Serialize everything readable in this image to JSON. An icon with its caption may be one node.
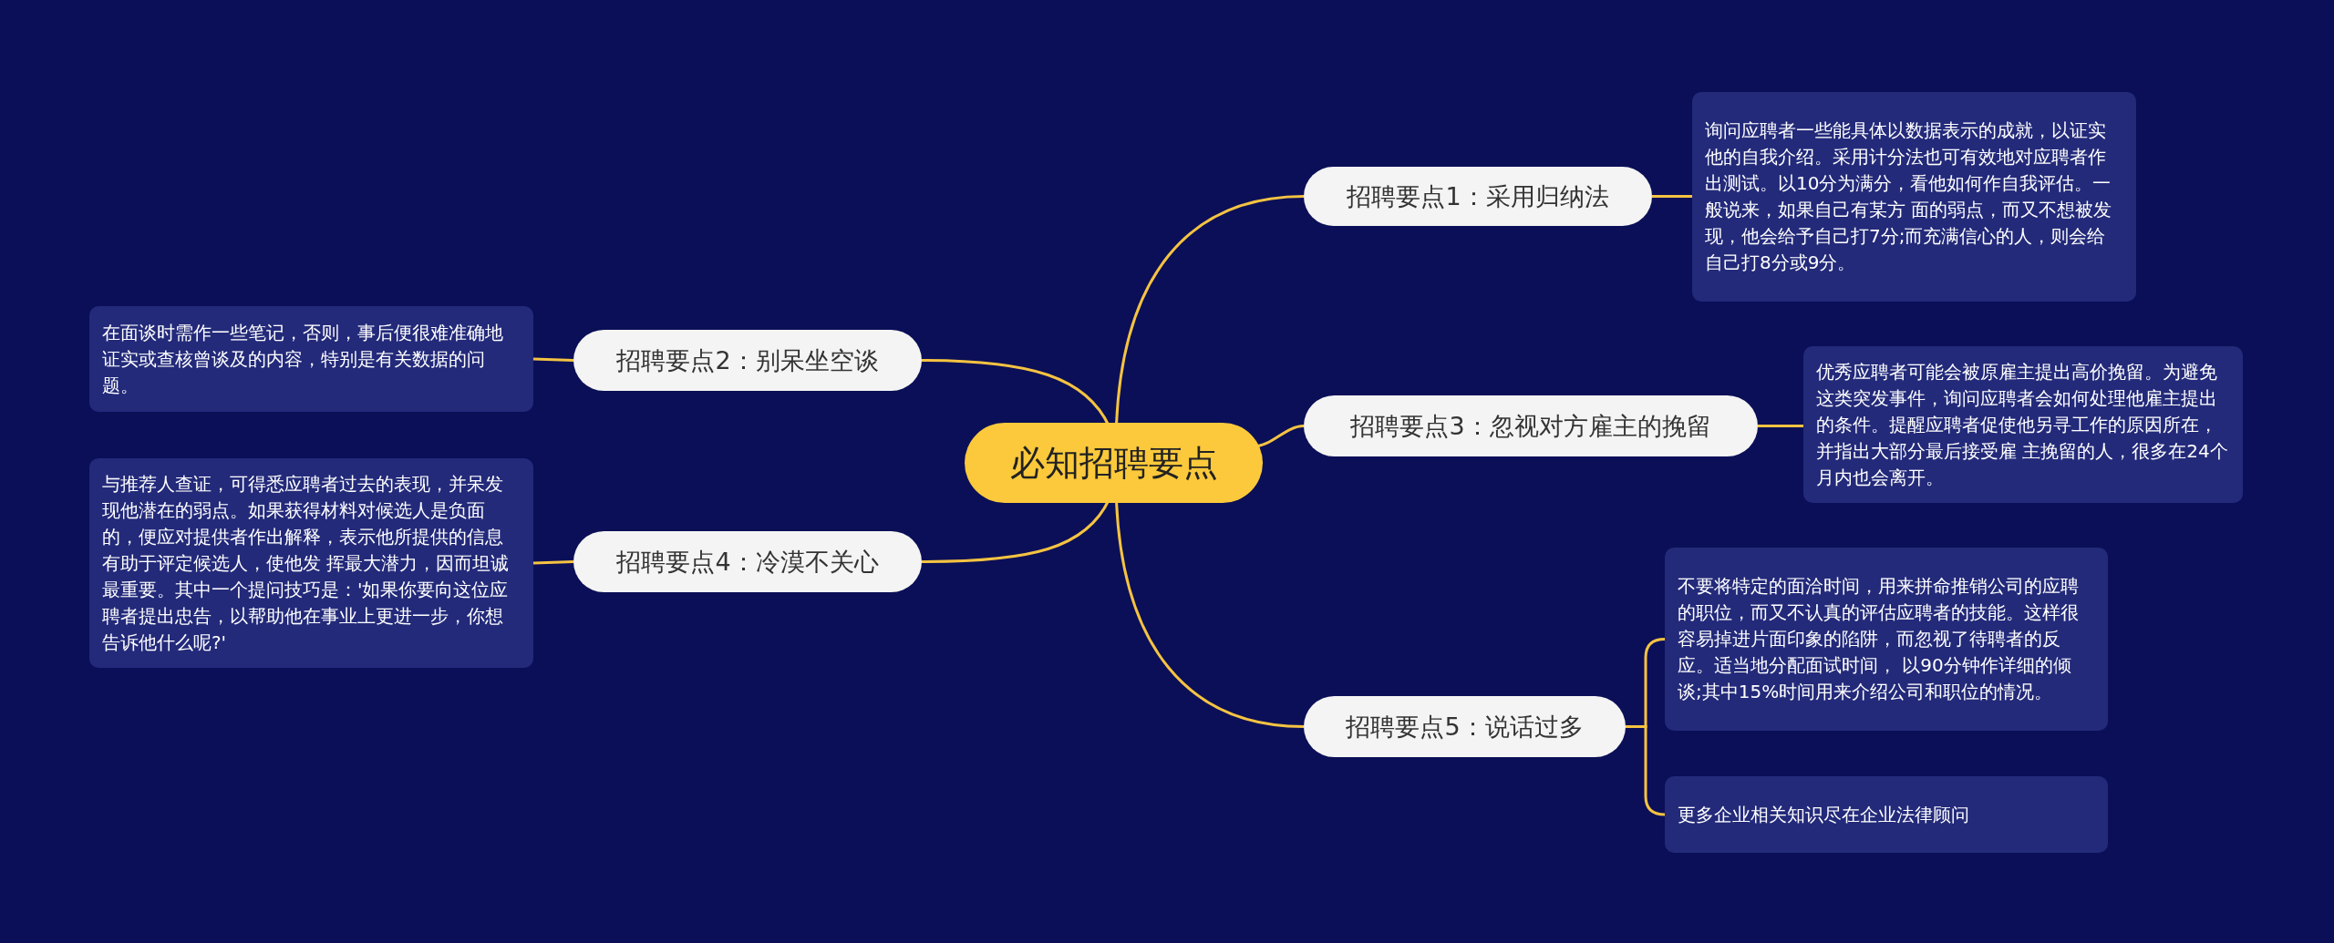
{
  "diagram": {
    "nodes": [
      {
        "text": [
          "必知招聘要点"
        ]
      },
      {
        "text": [
          "招聘要点1：采用归纳法"
        ]
      },
      {
        "text": [
          "询问应聘者一些能具体以数据表示的成就，以证实他的自我介绍。采用计分法也可有效地对应聘者作出测试。以10分为满分，看他如何作自我评估。一般说来，如果自己有某方 面的弱点，而又不想被发现，他会给予自己打7分;而充满信心的人，则会给自己打8分或9分。"
        ]
      },
      {
        "text": [
          "招聘要点2：别呆坐空谈"
        ]
      },
      {
        "text": [
          "在面谈时需作一些笔记，否则，事后便很难准确地证实或查核曾谈及的内容，特别是有关数据的问题。"
        ]
      },
      {
        "text": [
          "招聘要点3：忽视对方雇主的挽留"
        ]
      },
      {
        "text": [
          "优秀应聘者可能会被原雇主提出高价挽留。为避免这类突发事件，询问应聘者会如何处理他雇主提出的条件。提醒应聘者促使他另寻工作的原因所在，并指出大部分最后接受雇 主挽留的人，很多在24个月内也会离开。"
        ]
      },
      {
        "text": [
          "招聘要点4：冷漠不关心"
        ]
      },
      {
        "text": [
          "与推荐人查证，可得悉应聘者过去的表现，并呆发现他潜在的弱点。如果获得材料对候选人是负面的，便应对提供者作出解释，表示他所提供的信息有助于评定候选人，使他发 挥最大潜力，因而坦诚最重要。其中一个提问技巧是：'如果你要向这位应聘者提出忠告，以帮助他在事业上更进一步，你想告诉他什么呢?'"
        ]
      },
      {
        "text": [
          "招聘要点5：说话过多"
        ]
      },
      {
        "text": [
          "不要将特定的面洽时间，用来拼命推销公司的应聘的职位，而又不认真的评估应聘者的技能。这样很容易掉进片面印象的陷阱，而忽视了待聘者的反应。适当地分配面试时间， 以90分钟作详细的倾谈;其中15%时间用来介绍公司和职位的情况。"
        ]
      },
      {
        "text": [
          "更多企业相关知识尽在企业法律顾问"
        ]
      }
    ],
    "edges": [
      {
        "from": 0,
        "to": 1,
        "arrow": "none"
      },
      {
        "from": 1,
        "to": 2,
        "arrow": "none"
      },
      {
        "from": 0,
        "to": 3,
        "arrow": "none"
      },
      {
        "from": 3,
        "to": 4,
        "arrow": "none"
      },
      {
        "from": 0,
        "to": 5,
        "arrow": "none"
      },
      {
        "from": 5,
        "to": 6,
        "arrow": "none"
      },
      {
        "from": 0,
        "to": 7,
        "arrow": "none"
      },
      {
        "from": 7,
        "to": 8,
        "arrow": "none"
      },
      {
        "from": 0,
        "to": 9,
        "arrow": "none"
      },
      {
        "from": 9,
        "to": 10,
        "arrow": "none"
      },
      {
        "from": 9,
        "to": 11,
        "arrow": "none"
      }
    ]
  }
}
